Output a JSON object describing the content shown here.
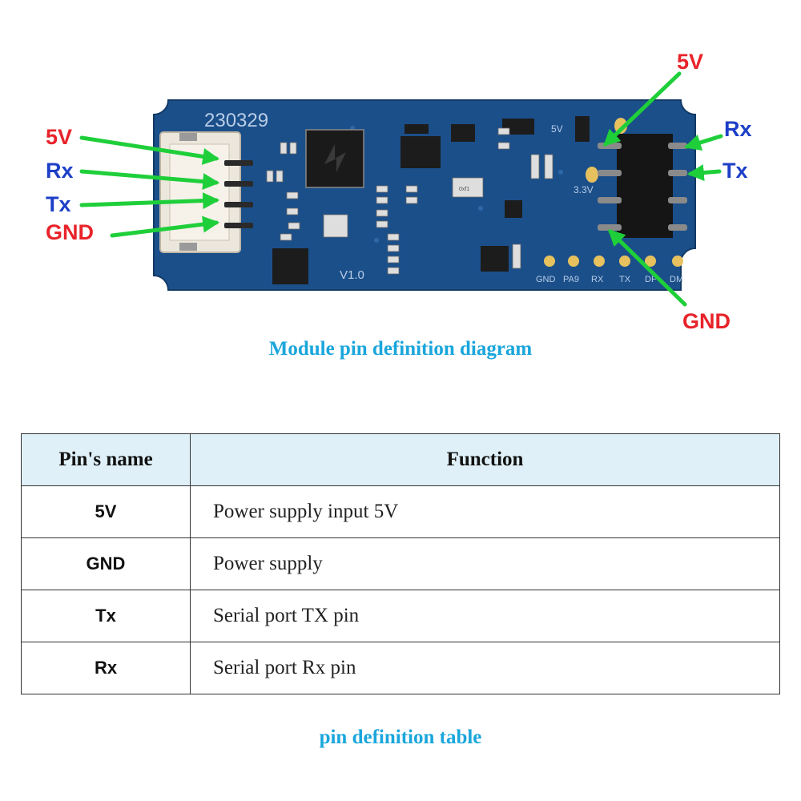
{
  "diagram": {
    "caption": "Module pin definition diagram",
    "board": {
      "date_code": "230329",
      "version": "V1.0",
      "voltage_5v": "5V",
      "voltage_33v": "3.3V",
      "chip_mark": "0xf1"
    },
    "left_pins": [
      "5V",
      "Rx",
      "Tx",
      "GND"
    ],
    "right_pins": {
      "top": "5V",
      "rx": "Rx",
      "tx": "Tx",
      "bottom": "GND"
    },
    "bottom_pad_labels": [
      "GND",
      "PA9",
      "RX",
      "TX",
      "DP",
      "DM"
    ],
    "colors": {
      "red_label": "#e8232a",
      "blue_label": "#1d3fc7",
      "arrow": "#1fcf3a",
      "pcb": "#1b4f8a"
    }
  },
  "table": {
    "headers": [
      "Pin's name",
      "Function"
    ],
    "rows": [
      {
        "pin": "5V",
        "function": "Power supply input 5V"
      },
      {
        "pin": "GND",
        "function": "Power supply"
      },
      {
        "pin": "Tx",
        "function": "Serial port TX pin"
      },
      {
        "pin": "Rx",
        "function": "Serial port Rx pin"
      }
    ],
    "caption": "pin definition table"
  }
}
